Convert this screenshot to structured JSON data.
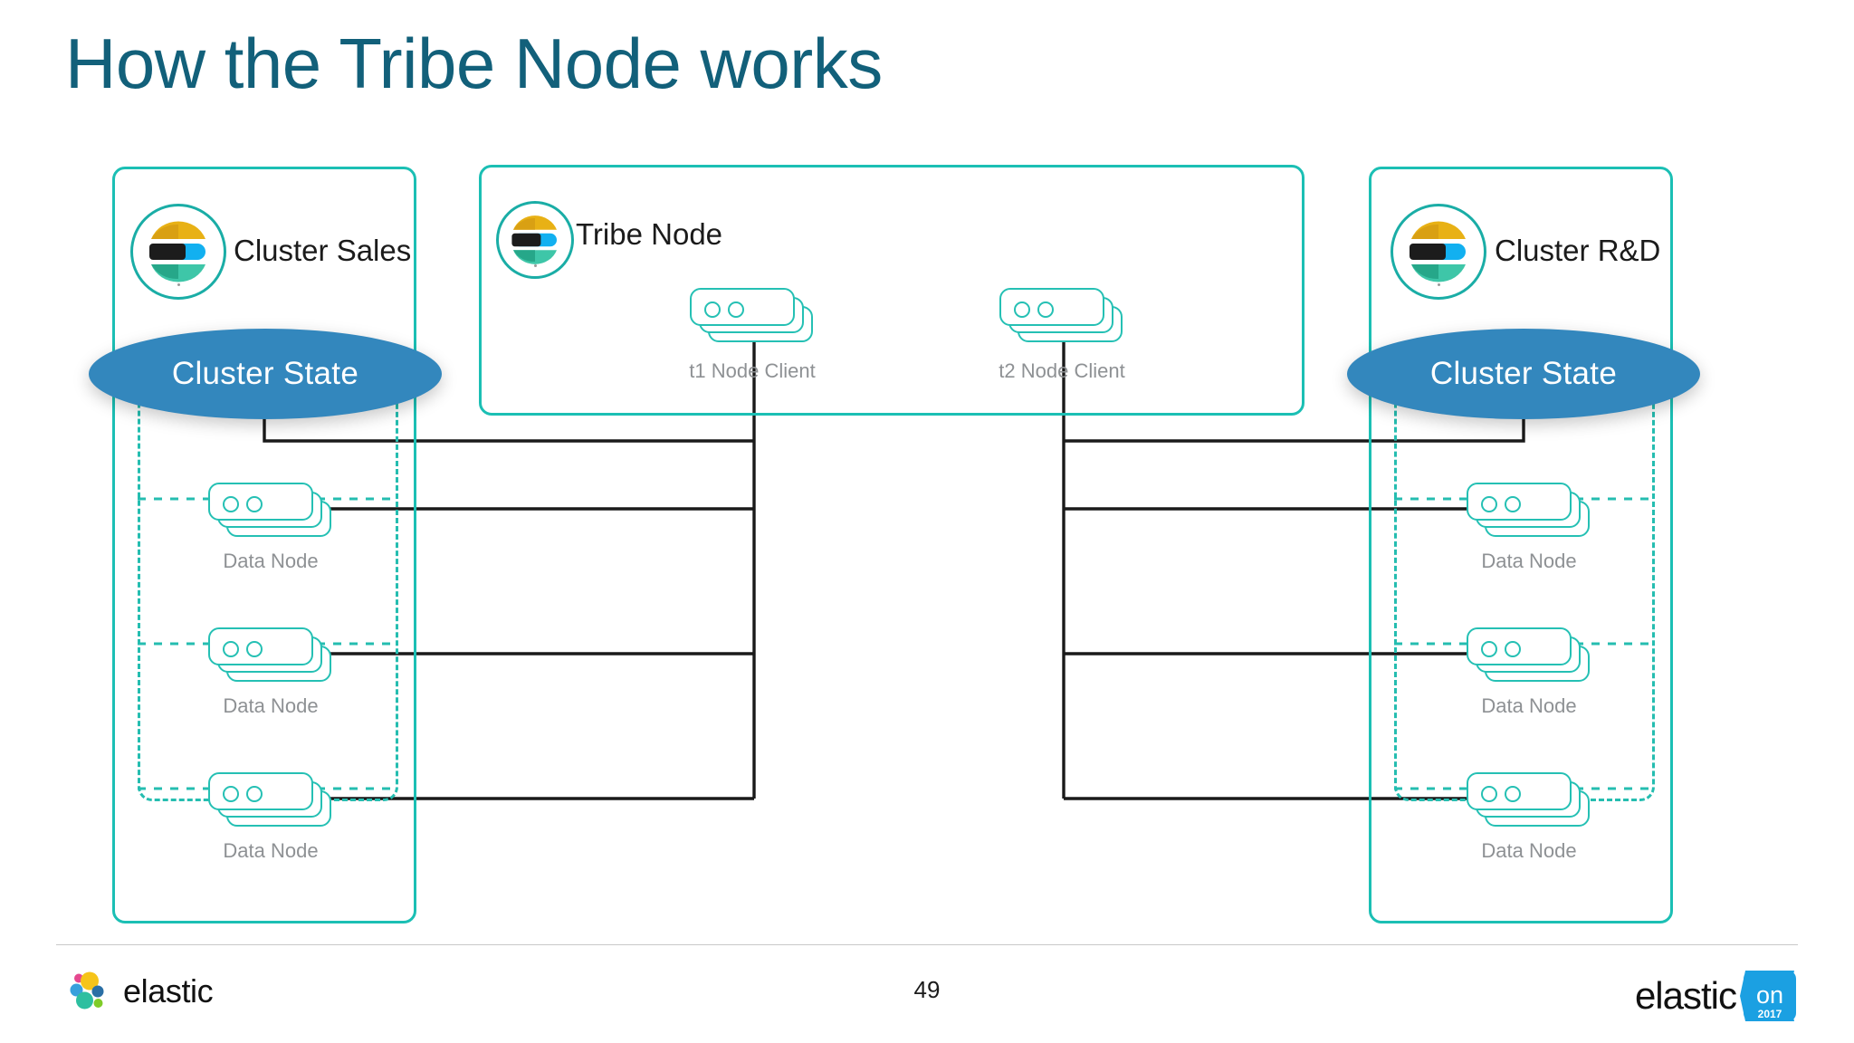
{
  "slide": {
    "title": "How the Tribe Node works",
    "page_number": "49",
    "title_color": "#12607a",
    "accent_teal": "#1bbfb4",
    "ellipse_blue": "#3387bd",
    "label_gray": "#8e9194"
  },
  "clusters": {
    "left": {
      "name": "Cluster Sales",
      "state_label": "Cluster State",
      "nodes": [
        {
          "label": "Data Node"
        },
        {
          "label": "Data Node"
        },
        {
          "label": "Data Node"
        }
      ]
    },
    "right": {
      "name": "Cluster R&D",
      "state_label": "Cluster State",
      "nodes": [
        {
          "label": "Data Node"
        },
        {
          "label": "Data Node"
        },
        {
          "label": "Data Node"
        }
      ]
    }
  },
  "tribe": {
    "name": "Tribe Node",
    "clients": [
      {
        "label": "t1 Node  Client"
      },
      {
        "label": "t2 Node  Client"
      }
    ]
  },
  "footer": {
    "brand": "elastic",
    "event_brand": "elastic",
    "event_badge_text": "on",
    "event_year": "2017"
  },
  "icons": {
    "elastic_mark": "elastic-e-icon",
    "node_stack": "server-stack-icon"
  }
}
